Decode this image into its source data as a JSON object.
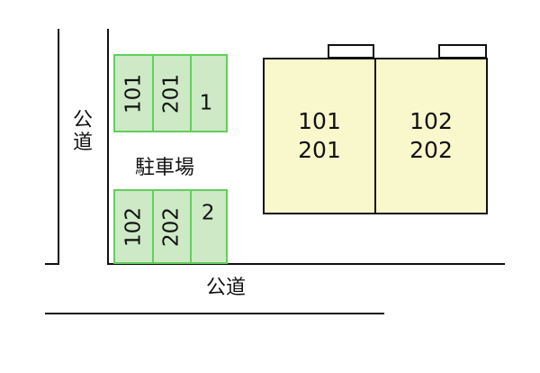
{
  "roads": {
    "left_top": "公",
    "left_bottom": "道",
    "bottom": "公道"
  },
  "parking": {
    "label": "駐車場",
    "top_row": [
      "101",
      "201",
      "1"
    ],
    "bottom_row": [
      "102",
      "202",
      "2"
    ]
  },
  "buildings": [
    {
      "line1": "101",
      "line2": "201"
    },
    {
      "line1": "102",
      "line2": "202"
    }
  ],
  "colors": {
    "parking_fill": "#cde9c6",
    "parking_border": "#62cf5b",
    "building_fill": "#f9f7cc",
    "line": "#111111"
  }
}
